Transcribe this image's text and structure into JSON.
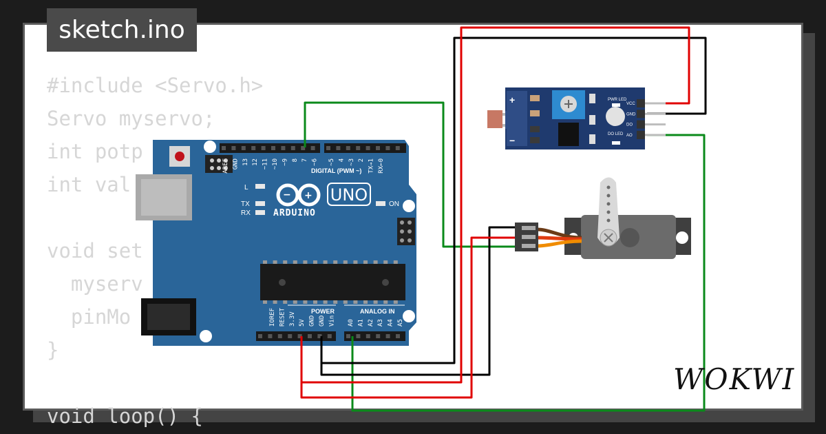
{
  "title": "sketch.ino",
  "code_lines": [
    "#include <Servo.h>",
    "Servo myservo;",
    "int potp",
    "int val",
    "",
    "void set",
    "  myserv",
    "  pinMo",
    "}",
    "",
    "void loop() {"
  ],
  "board": {
    "model": "UNO",
    "brand": "ARDUINO",
    "digital_header": "DIGITAL (PWM ~)",
    "power_header": "POWER",
    "analog_header": "ANALOG IN",
    "digital_pins": [
      "AREF",
      "GND",
      "13",
      "12",
      "~11",
      "~10",
      "~9",
      "8",
      "7",
      "~6",
      "~5",
      "4",
      "~3",
      "2",
      "TX→1",
      "RX←0"
    ],
    "power_pins": [
      "IOREF",
      "RESET",
      "3.3V",
      "5V",
      "GND",
      "GND",
      "Vin"
    ],
    "analog_pins": [
      "A0",
      "A1",
      "A2",
      "A3",
      "A4",
      "A5"
    ],
    "led_labels": [
      "L",
      "TX",
      "RX",
      "ON"
    ]
  },
  "sensor": {
    "pins": [
      "VCC",
      "GND",
      "DO",
      "AO"
    ],
    "led_labels": [
      "PWR LED",
      "DO LED"
    ],
    "signs": [
      "+",
      "−"
    ]
  },
  "logo": "WOKWI",
  "colors": {
    "board": "#2a6599",
    "sensor": "#1f3a6e",
    "wire_red": "#e00000",
    "wire_black": "#000000",
    "wire_green": "#0a8a1a"
  }
}
